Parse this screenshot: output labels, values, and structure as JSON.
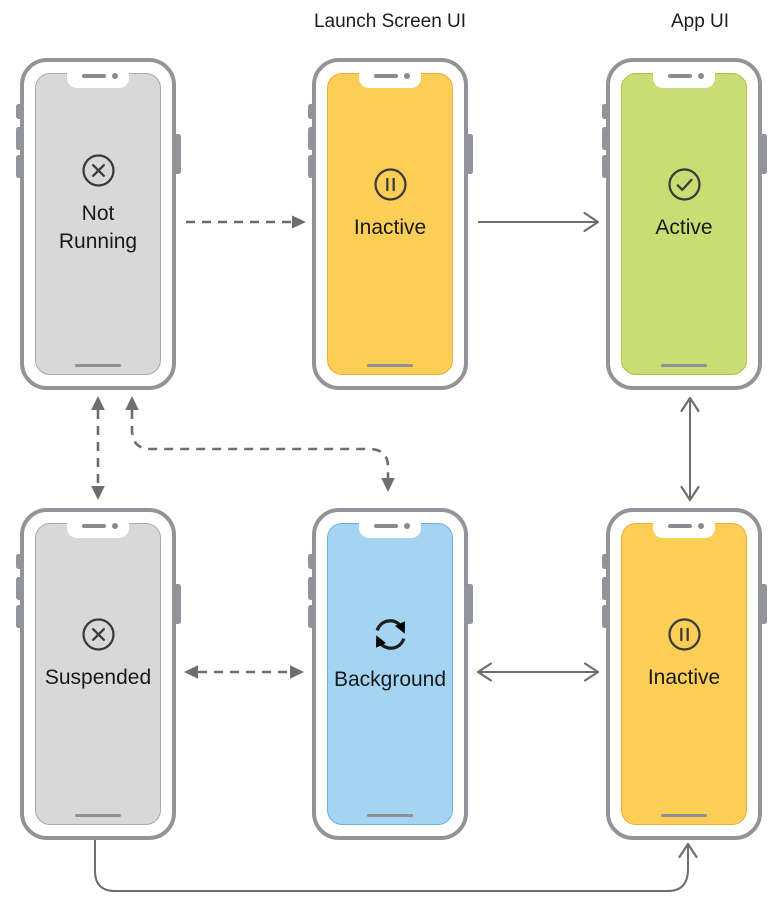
{
  "diagram": {
    "column_headers": [
      {
        "label": "Launch Screen UI"
      },
      {
        "label": "App UI"
      }
    ],
    "line_color": "#6d6d72",
    "phones": [
      {
        "state": "Not Running",
        "icon": "circle-x-icon",
        "screen_color": "#d8d8d9",
        "screen_border": "#a9a9ad"
      },
      {
        "state": "Inactive",
        "icon": "circle-pause-icon",
        "screen_color": "#fcce55",
        "screen_border": "#f3a93c"
      },
      {
        "state": "Active",
        "icon": "circle-check-icon",
        "screen_color": "#cadd75",
        "screen_border": "#a9c14f"
      },
      {
        "state": "Suspended",
        "icon": "circle-x-icon",
        "screen_color": "#d8d8d9",
        "screen_border": "#a9a9ad"
      },
      {
        "state": "Background",
        "icon": "refresh-icon",
        "screen_color": "#a3d5f2",
        "screen_border": "#6fb0dc"
      },
      {
        "state": "Inactive",
        "icon": "circle-pause-icon",
        "screen_color": "#fcce55",
        "screen_border": "#f3a93c"
      }
    ],
    "transitions": [
      {
        "from": "Not Running",
        "to": "Inactive (top)",
        "line": "dashed",
        "arrowheads": "one-way"
      },
      {
        "from": "Inactive (top)",
        "to": "Active",
        "line": "solid",
        "arrowheads": "one-way"
      },
      {
        "from": "Not Running",
        "to": "Suspended",
        "line": "dashed",
        "arrowheads": "two-way"
      },
      {
        "from": "Not Running",
        "to": "Background",
        "line": "dashed",
        "arrowheads": "two-way"
      },
      {
        "from": "Active",
        "to": "Inactive (bottom)",
        "line": "solid",
        "arrowheads": "two-way"
      },
      {
        "from": "Suspended",
        "to": "Background",
        "line": "dashed",
        "arrowheads": "two-way"
      },
      {
        "from": "Background",
        "to": "Inactive (bottom)",
        "line": "solid",
        "arrowheads": "two-way"
      },
      {
        "from": "Suspended",
        "to": "Inactive (bottom)",
        "line": "solid",
        "arrowheads": "one-way"
      }
    ]
  }
}
